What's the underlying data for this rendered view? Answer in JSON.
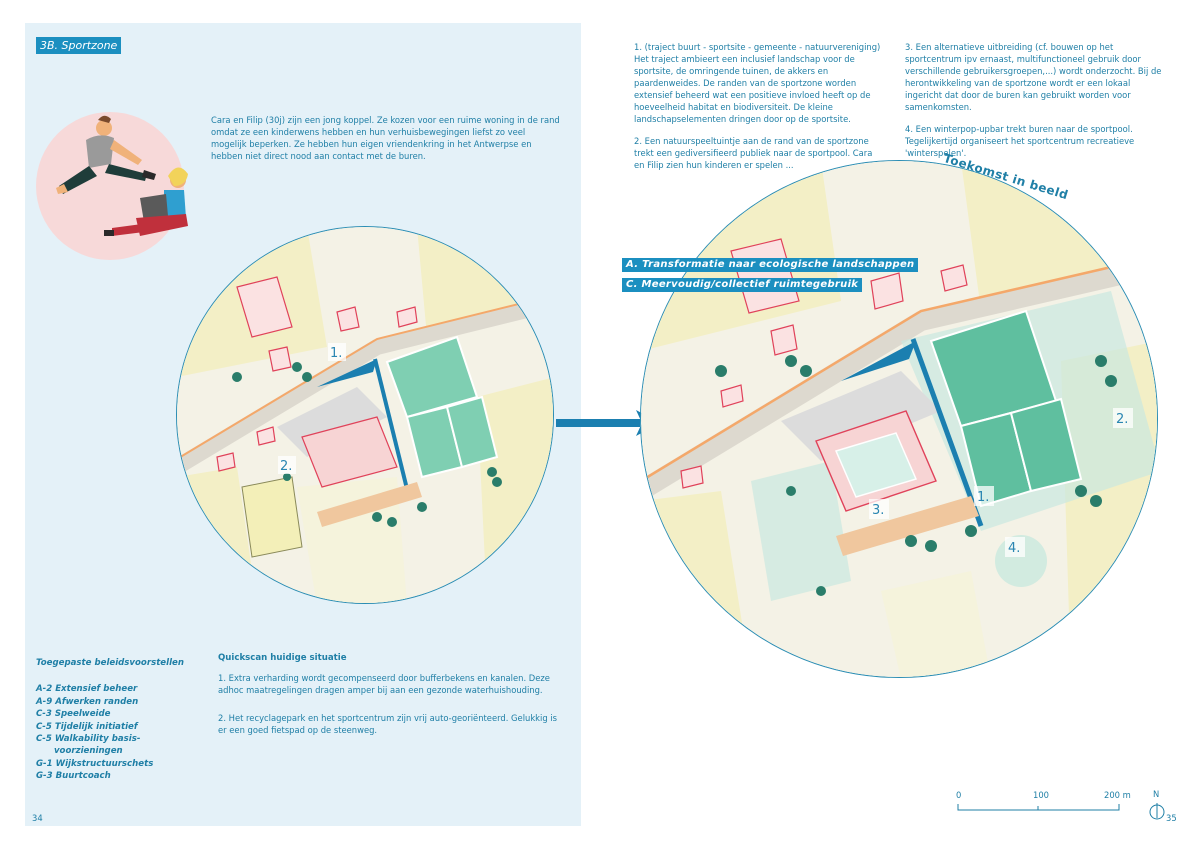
{
  "section_title": "3B. Sportzone",
  "intro": "Cara en Filip (30j) zijn een jong koppel. Ze kozen voor een ruime woning in de rand omdat ze een kinderwens hebben en hun verhuisbewegingen liefst zo veel mogelijk beperken. Ze hebben hun eigen vriendenkring in het Antwerpse en hebben niet direct nood aan contact met de buren.",
  "future_col1": [
    "1. (traject buurt - sportsite - gemeente - natuurvereniging) Het traject ambieert een inclusief landschap voor de sportsite, de omringende tuinen, de akkers en paardenweides. De randen van de sportzone worden extensief beheerd wat een positieve invloed heeft op de hoeveelheid habitat en biodiversiteit. De kleine landschapselementen dringen door op de sportsite.",
    "2. Een natuurspeeltuintje aan de rand van de sportzone trekt een gediversifieerd publiek naar de sportpool. Cara en Filip zien hun kinderen er spelen ..."
  ],
  "future_col2": [
    "3. Een alternatieve uitbreiding (cf. bouwen op het sportcentrum ipv ernaast, multifunctioneel gebruik door verschillende gebruikersgroepen,...) wordt onderzocht. Bij de herontwikkeling van de sportzone wordt er een lokaal ingericht dat door de buren kan gebruikt worden voor samenkomsten.",
    "4. Een winterpop-upbar trekt buren naar de sportpool. Tegelijkertijd organiseert het sportcentrum recreatieve 'winterspelen'."
  ],
  "future_label": "Toekomst in beeld",
  "banner": [
    "A. Transformatie naar ecologische landschappen",
    "C. Meervoudig/collectief ruimtegebruik"
  ],
  "quickscan": {
    "title": "Quickscan huidige situatie",
    "items": [
      "1. Extra verharding wordt gecompenseerd door bufferbekens en kanalen. Deze adhoc maatregelingen dragen amper bij aan een gezonde waterhuishouding.",
      "2. Het recyclagepark en het sportcentrum zijn vrij auto-georiënteerd. Gelukkig is er een goed fietspad op de steenweg."
    ]
  },
  "policy": {
    "title": "Toegepaste beleidsvoorstellen",
    "items": [
      "A-2 Extensief beheer",
      "A-9 Afwerken randen",
      "C-3 Speelweide",
      "C-5 Tijdelijk initiatief",
      "C-5 Walkability basis-\n      voorzieningen",
      "G-1 Wijkstructuurschets",
      "G-3 Buurtcoach"
    ]
  },
  "current_map_labels": [
    "1.",
    "2."
  ],
  "future_map_labels": [
    "1.",
    "2.",
    "3.",
    "4."
  ],
  "scale": {
    "labels": [
      "0",
      "100",
      "200 m"
    ],
    "north": "N"
  },
  "page_left": "34",
  "page_right": "35",
  "colors": {
    "accent": "#1b8fc0",
    "text": "#1f7fa6",
    "page_bg": "#e4f1f8",
    "field": "#f3efc6",
    "sport": "#7fcfb2",
    "building": "#e0425a"
  }
}
